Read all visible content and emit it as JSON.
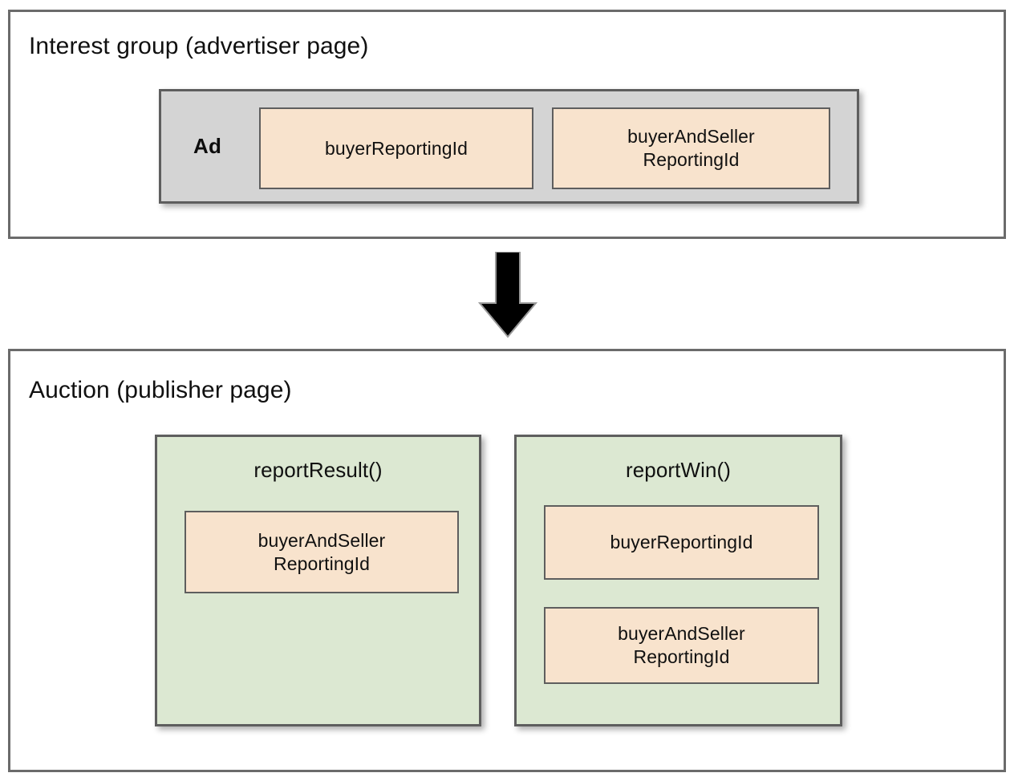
{
  "diagram": {
    "title_semantics": "protected-audience-reporting-ids-flow",
    "colors": {
      "frame_border": "#6b6b6b",
      "box_border": "#5e5e5e",
      "ad_container_fill": "#d4d4d4",
      "chip_fill": "#f8e3cd",
      "function_box_fill": "#dce8d2",
      "arrow_fill": "#000000",
      "page_background": "#ffffff",
      "text": "#101010"
    },
    "sections": [
      {
        "id": "interest-group",
        "title": "Interest group (advertiser page)",
        "ad_container": {
          "label": "Ad",
          "chips": [
            {
              "id": "ad-buyer-reporting-id",
              "text": "buyerReportingId"
            },
            {
              "id": "ad-buyer-and-seller-reporting-id",
              "text": "buyerAndSeller\nReportingId"
            }
          ]
        }
      },
      {
        "id": "auction",
        "title": "Auction (publisher page)",
        "functions": [
          {
            "id": "report-result",
            "name": "reportResult()",
            "chips": [
              {
                "id": "rr-buyer-and-seller-reporting-id",
                "text": "buyerAndSeller\nReportingId"
              }
            ]
          },
          {
            "id": "report-win",
            "name": "reportWin()",
            "chips": [
              {
                "id": "rw-buyer-reporting-id",
                "text": "buyerReportingId"
              },
              {
                "id": "rw-buyer-and-seller-reporting-id",
                "text": "buyerAndSeller\nReportingId"
              }
            ]
          }
        ]
      }
    ],
    "connector": {
      "id": "flow-arrow",
      "icon": "arrow-down-icon",
      "direction": "down"
    }
  }
}
